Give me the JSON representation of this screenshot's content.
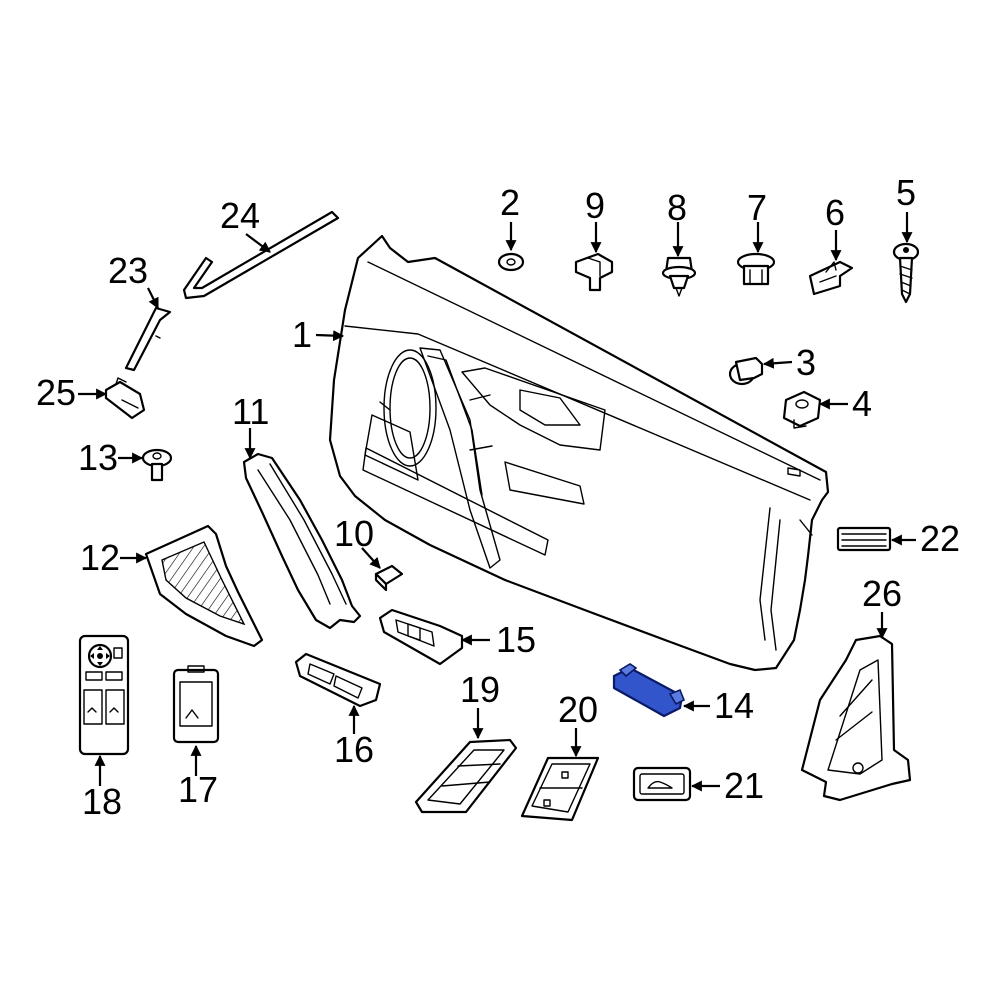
{
  "diagram": {
    "highlight_color": "#3355cc",
    "callouts": [
      {
        "id": "c1",
        "label": "1"
      },
      {
        "id": "c2",
        "label": "2"
      },
      {
        "id": "c3",
        "label": "3"
      },
      {
        "id": "c4",
        "label": "4"
      },
      {
        "id": "c5",
        "label": "5"
      },
      {
        "id": "c6",
        "label": "6"
      },
      {
        "id": "c7",
        "label": "7"
      },
      {
        "id": "c8",
        "label": "8"
      },
      {
        "id": "c9",
        "label": "9"
      },
      {
        "id": "c10",
        "label": "10"
      },
      {
        "id": "c11",
        "label": "11"
      },
      {
        "id": "c12",
        "label": "12"
      },
      {
        "id": "c13",
        "label": "13"
      },
      {
        "id": "c14",
        "label": "14"
      },
      {
        "id": "c15",
        "label": "15"
      },
      {
        "id": "c16",
        "label": "16"
      },
      {
        "id": "c17",
        "label": "17"
      },
      {
        "id": "c18",
        "label": "18"
      },
      {
        "id": "c19",
        "label": "19"
      },
      {
        "id": "c20",
        "label": "20"
      },
      {
        "id": "c21",
        "label": "21"
      },
      {
        "id": "c22",
        "label": "22"
      },
      {
        "id": "c23",
        "label": "23"
      },
      {
        "id": "c24",
        "label": "24"
      },
      {
        "id": "c25",
        "label": "25"
      },
      {
        "id": "c26",
        "label": "26"
      }
    ]
  }
}
